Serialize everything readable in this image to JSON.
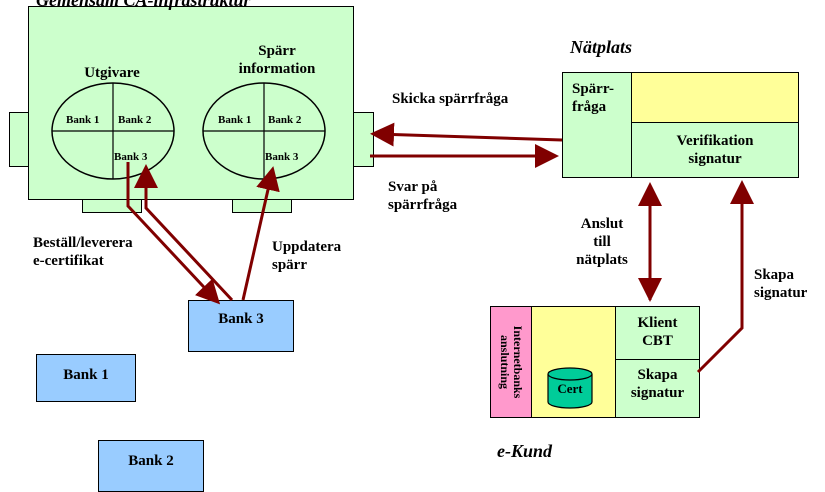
{
  "central": {
    "title": "Gemensam CA-infrastruktur",
    "issuer_label": "Utgivare",
    "revocation_label": "Spärr\ninformation",
    "issuer_banks": [
      "Bank 1",
      "Bank 2",
      "Bank 3"
    ],
    "revocation_banks": [
      "Bank 1",
      "Bank 2",
      "Bank 3"
    ]
  },
  "natplats": {
    "title": "Nätplats",
    "sparr_fraga": "Spärr-\nfråga",
    "verifikation": "Verifikation\nsignatur"
  },
  "ekund": {
    "title": "e-Kund",
    "internetbank": "Internetbanks\nanslutning",
    "cert": "Cert",
    "klient": "Klient\nCBT",
    "skapa": "Skapa\nsignatur"
  },
  "banks": {
    "bank3": "Bank 3",
    "bank1": "Bank 1",
    "bank2": "Bank 2"
  },
  "arrows": {
    "skicka": "Skicka spärrfråga",
    "svar": "Svar på\nspärrfråga",
    "bestall": "Beställ/leverera\ne-certifikat",
    "uppdatera": "Uppdatera\nspärr",
    "anslut": "Anslut\ntill\nnätplats",
    "skapa_sig": "Skapa\nsignatur"
  },
  "colors": {
    "arrow": "#800000",
    "green": "#ccffcc",
    "yellow": "#ffff99",
    "blue": "#99ccff",
    "pink": "#ff99cc",
    "cert": "#00cc99"
  }
}
